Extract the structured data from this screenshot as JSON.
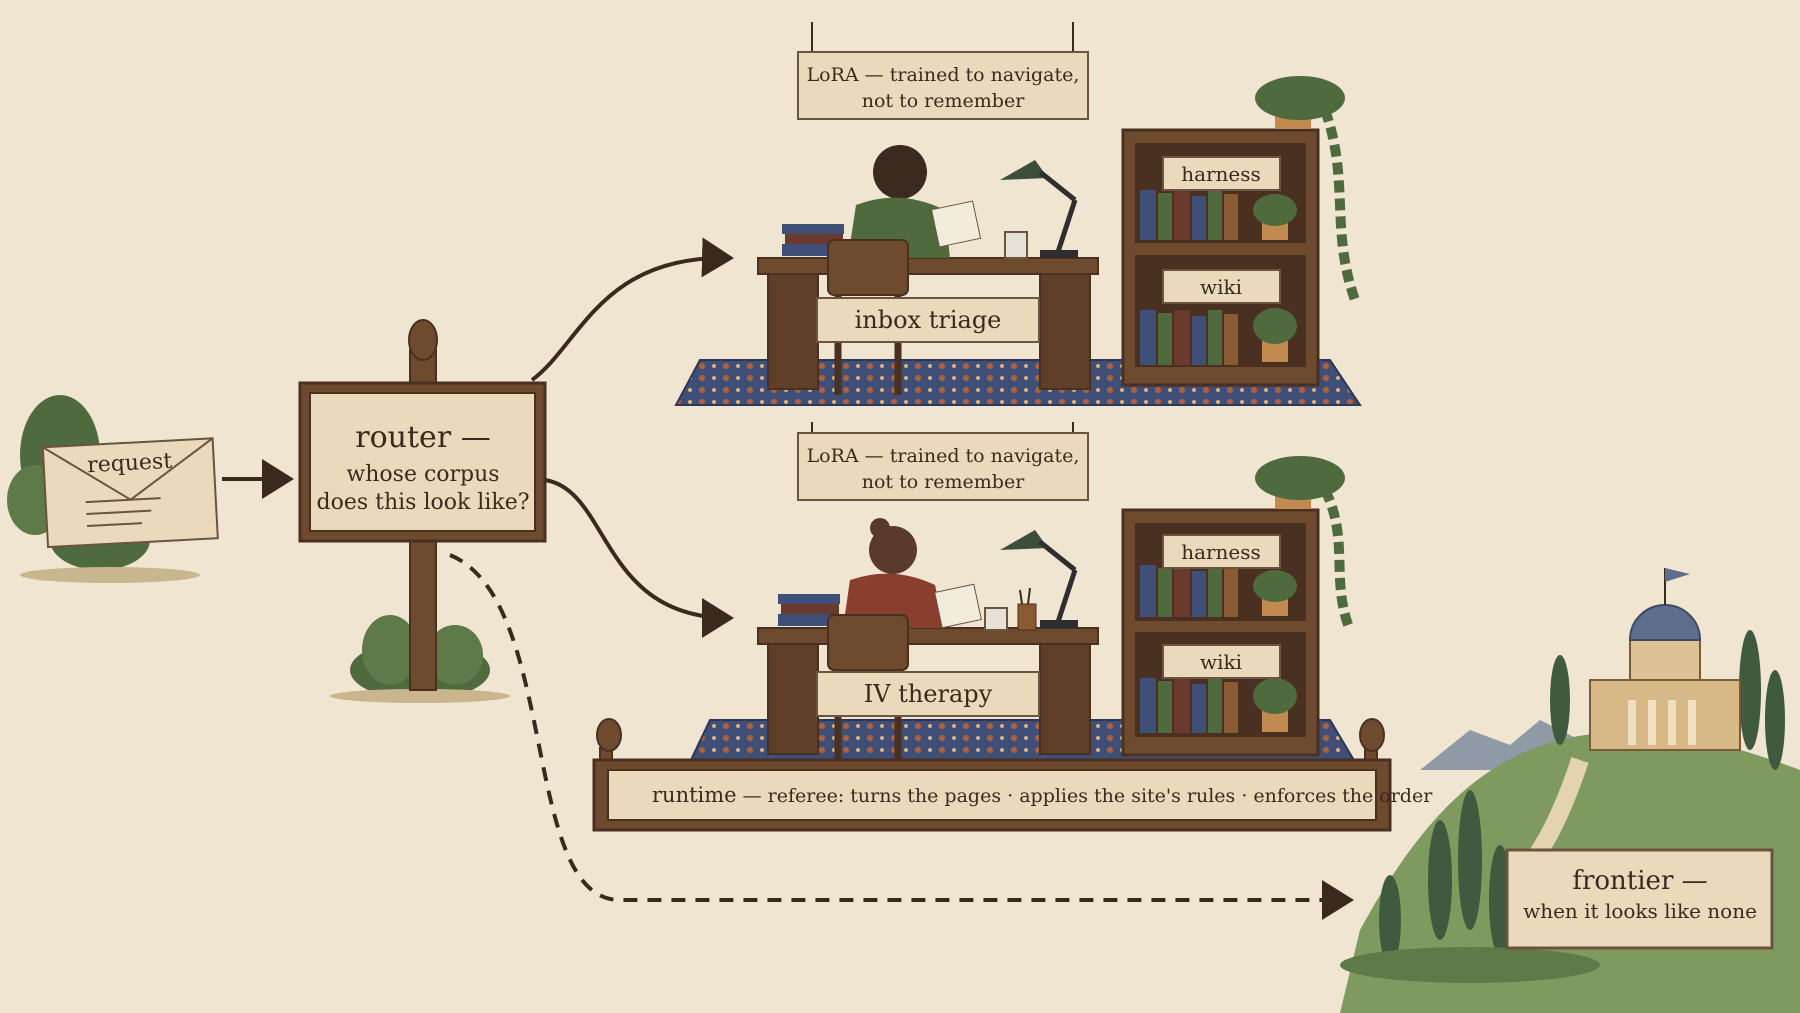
{
  "request": {
    "label": "request"
  },
  "router": {
    "title": "router —",
    "subtitle_line1": "whose corpus",
    "subtitle_line2": "does this look like?"
  },
  "lora_label": {
    "line1": "LoRA — trained to navigate,",
    "line2": "not to remember"
  },
  "adapters": [
    {
      "task": "inbox triage",
      "shelf_top": "harness",
      "shelf_bottom": "wiki"
    },
    {
      "task": "IV therapy",
      "shelf_top": "harness",
      "shelf_bottom": "wiki"
    }
  ],
  "runtime": {
    "title": "runtime",
    "description": "— referee: turns the pages · applies the site's rules · enforces the order"
  },
  "frontier": {
    "title": "frontier —",
    "subtitle": "when it looks like none"
  },
  "colors": {
    "background": "#efe5d1",
    "wood": "#6e4a2e",
    "wood_dark": "#4a3020",
    "panel": "#ead9bb",
    "ink": "#3a2a1e",
    "leaf": "#4f6b3e",
    "rug": "#3f4f78"
  }
}
